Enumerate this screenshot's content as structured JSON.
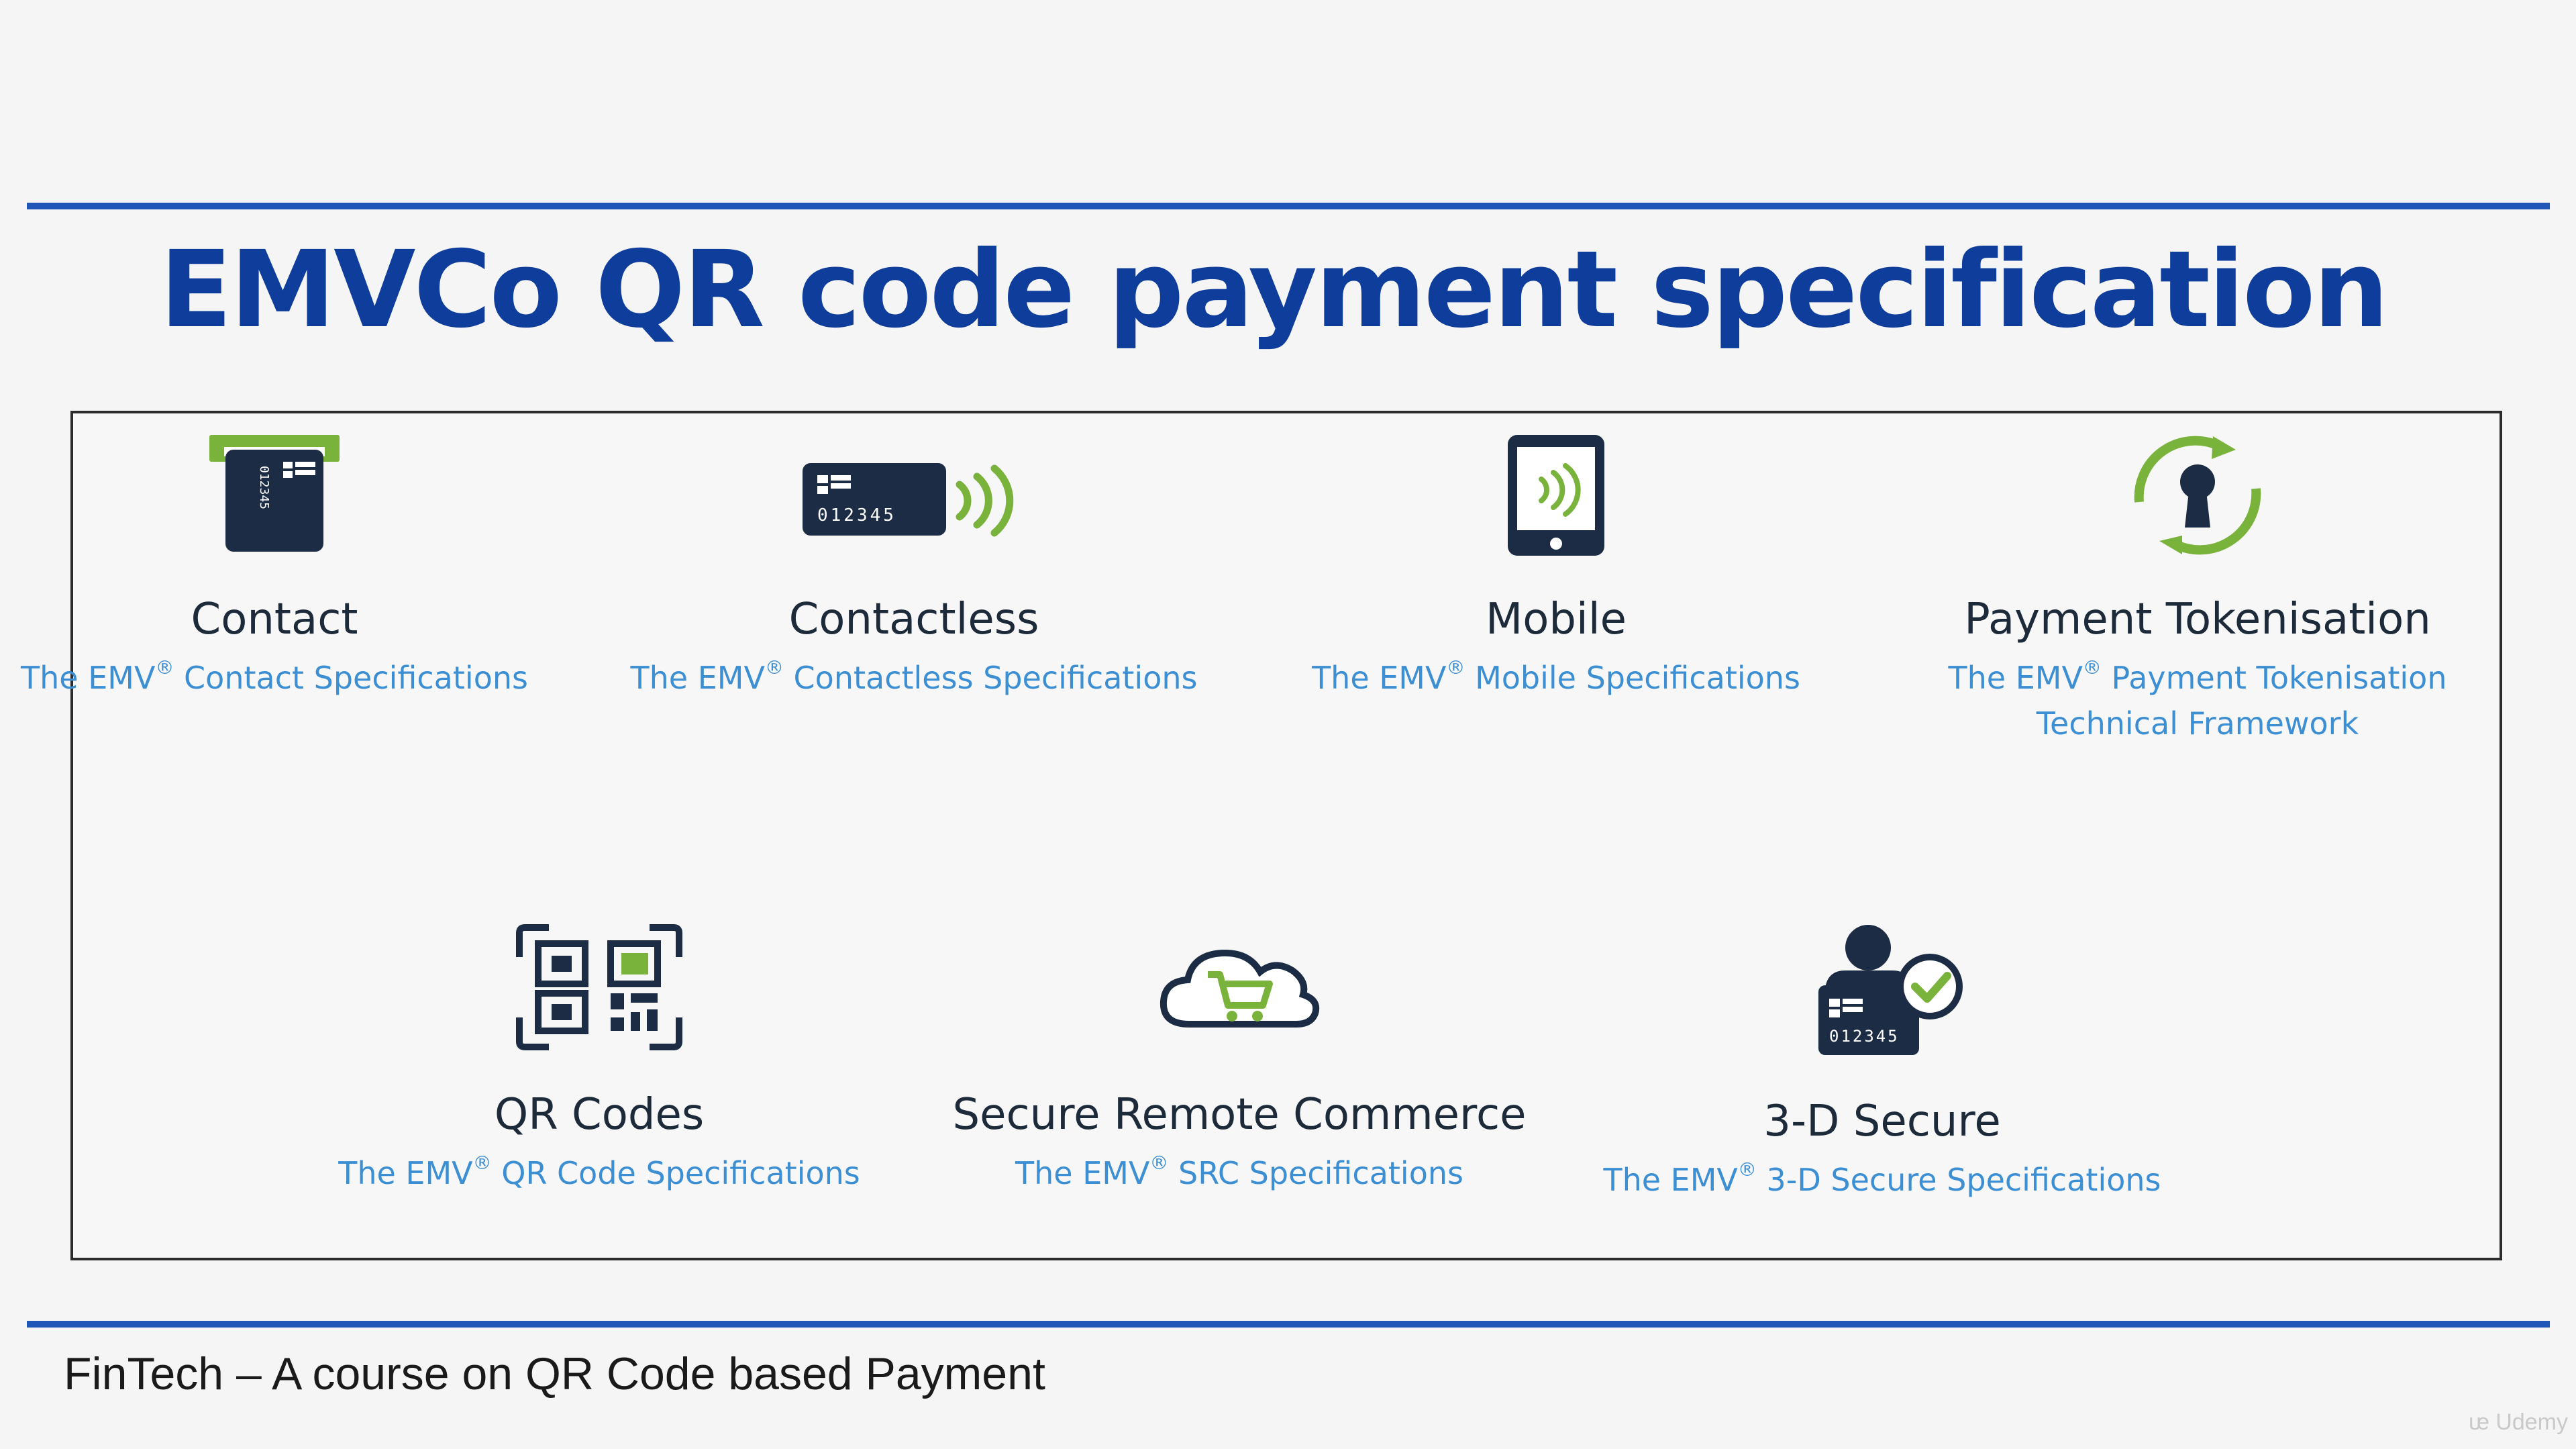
{
  "header": {
    "title": "EMVCo QR code payment specification"
  },
  "specs": [
    {
      "name": "Contact",
      "desc_pre": "The EMV",
      "desc_post": " Contact Specifications",
      "icon": "card-insert-icon"
    },
    {
      "name": "Contactless",
      "desc_pre": "The EMV",
      "desc_post": " Contactless Specifications",
      "icon": "contactless-card-icon",
      "card_number": "012345"
    },
    {
      "name": "Mobile",
      "desc_pre": "The EMV",
      "desc_post": " Mobile Specifications",
      "icon": "mobile-nfc-icon"
    },
    {
      "name": "Payment Tokenisation",
      "desc_pre": "The EMV",
      "desc_post": " Payment Tokenisation Technical Framework",
      "icon": "token-keyhole-icon"
    },
    {
      "name": "QR Codes",
      "desc_pre": "The EMV",
      "desc_post": " QR Code Specifications",
      "icon": "qr-code-icon"
    },
    {
      "name": "Secure Remote Commerce",
      "desc_pre": "The EMV",
      "desc_post": " SRC Specifications",
      "icon": "cloud-cart-icon"
    },
    {
      "name": "3-D Secure",
      "desc_pre": "The EMV",
      "desc_post": " 3-D Secure Specifications",
      "icon": "secure-user-card-icon",
      "card_number": "012345"
    }
  ],
  "registered_mark": "®",
  "card_digits": "012345",
  "footer": {
    "text": "FinTech – A course on QR Code based Payment",
    "brand": "Udemy"
  },
  "colors": {
    "accent_blue": "#1f56b8",
    "title_blue": "#0e3d9c",
    "link_blue": "#3d8fd4",
    "green": "#7ab33b",
    "navy": "#1b2c44"
  }
}
